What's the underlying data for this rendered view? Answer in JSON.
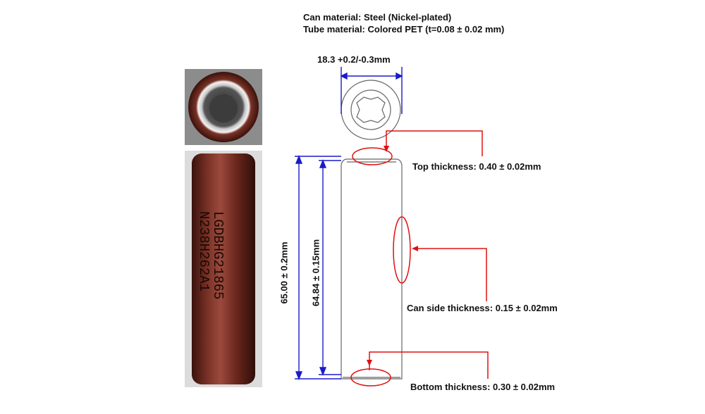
{
  "specs": {
    "can_material": "Can material: Steel (Nickel-plated)",
    "tube_material": "Tube material: Colored PET (t=0.08 ± 0.02 mm)"
  },
  "dimensions": {
    "diameter": "18.3 +0.2/-0.3mm",
    "height_outer": "65.00 ± 0.2mm",
    "height_inner": "64.84 ± 0.15mm"
  },
  "callouts": {
    "top_thickness": "Top thickness: 0.40 ± 0.02mm",
    "side_thickness": "Can side thickness: 0.15 ± 0.02mm",
    "bottom_thickness": "Bottom thickness: 0.30 ± 0.02mm"
  },
  "photo": {
    "print_line1": "LGDBHG21865",
    "print_line2": "N238H262A1"
  },
  "colors": {
    "dimension_lines": "#1a1ac8",
    "callouts": "#e01010",
    "drawing": "#555555",
    "wrap": "#5a1f18"
  }
}
